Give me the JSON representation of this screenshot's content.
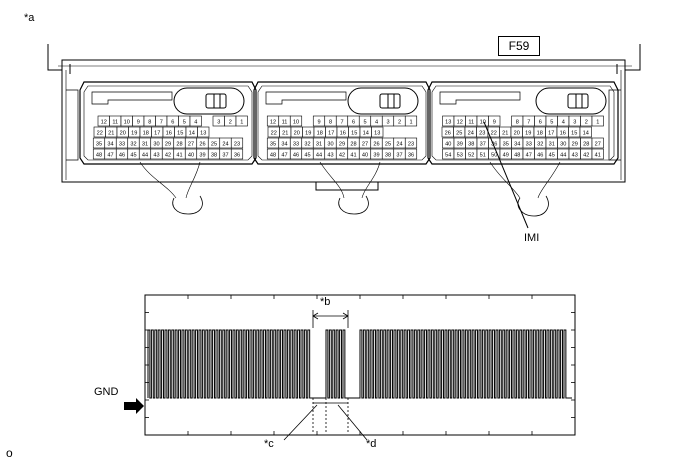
{
  "labels": {
    "view_a": "*a",
    "connector_id": "F59",
    "pin_name": "IMI",
    "ground": "GND",
    "marker_b": "*b",
    "marker_c": "*c",
    "marker_d": "*d",
    "corner_o": "o"
  },
  "connectors": [
    {
      "name": "left",
      "rows": [
        [
          "12",
          "11",
          "10",
          "9",
          "8",
          "7",
          "6",
          "5",
          "4",
          "",
          "3",
          "2",
          "1"
        ],
        [
          "22",
          "21",
          "20",
          "19",
          "18",
          "17",
          "16",
          "15",
          "14",
          "13"
        ],
        [
          "35",
          "34",
          "33",
          "32",
          "31",
          "30",
          "29",
          "28",
          "27",
          "26",
          "25",
          "24",
          "23"
        ],
        [
          "48",
          "47",
          "46",
          "45",
          "44",
          "43",
          "42",
          "41",
          "40",
          "39",
          "38",
          "37",
          "36"
        ]
      ]
    },
    {
      "name": "middle",
      "rows": [
        [
          "12",
          "11",
          "10",
          "",
          "9",
          "8",
          "7",
          "6",
          "5",
          "4",
          "3",
          "2",
          "1"
        ],
        [
          "22",
          "21",
          "20",
          "19",
          "18",
          "17",
          "16",
          "15",
          "14",
          "13"
        ],
        [
          "35",
          "34",
          "33",
          "32",
          "31",
          "30",
          "29",
          "28",
          "27",
          "26",
          "25",
          "24",
          "23"
        ],
        [
          "48",
          "47",
          "46",
          "45",
          "44",
          "43",
          "42",
          "41",
          "40",
          "39",
          "38",
          "37",
          "36"
        ]
      ]
    },
    {
      "name": "right",
      "rows": [
        [
          "13",
          "12",
          "11",
          "10",
          "9",
          "",
          "8",
          "7",
          "6",
          "5",
          "4",
          "3",
          "2",
          "1"
        ],
        [
          "26",
          "25",
          "24",
          "23",
          "22",
          "21",
          "20",
          "19",
          "18",
          "17",
          "16",
          "15",
          "14"
        ],
        [
          "40",
          "39",
          "38",
          "37",
          "36",
          "35",
          "34",
          "33",
          "32",
          "31",
          "30",
          "29",
          "28",
          "27"
        ],
        [
          "54",
          "53",
          "52",
          "51",
          "50",
          "49",
          "48",
          "47",
          "46",
          "45",
          "44",
          "43",
          "42",
          "41"
        ]
      ]
    }
  ]
}
